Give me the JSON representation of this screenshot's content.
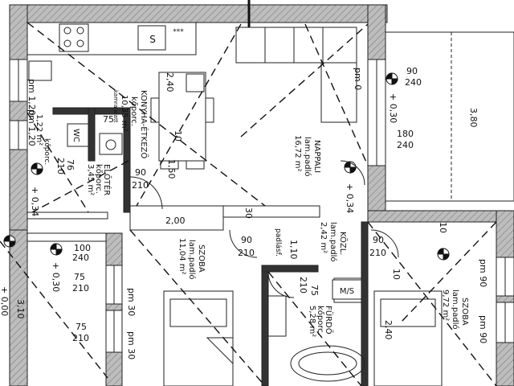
{
  "rooms": {
    "kitchen": {
      "name": "KONYHA-ÉTKEZŐ",
      "floor": "kőporc.",
      "area": "10,35 m²",
      "note": "kamra alatt"
    },
    "living": {
      "name": "NAPPALI",
      "floor": "lam.padló",
      "area": "16,72 m²"
    },
    "entry": {
      "name": "ELŐTÉR",
      "floor": "kőporc.",
      "area": "3,45 m²"
    },
    "wc": {
      "name": "WC",
      "floor": "kőporc.",
      "area": "1,22 m²"
    },
    "room1": {
      "name": "SZOBA",
      "floor": "lam.padló",
      "area": "11,04 m²"
    },
    "corridor": {
      "name": "KÖZL.",
      "floor": "lam.padló",
      "area": "2,42 m²"
    },
    "bath": {
      "name": "FÜRDŐ",
      "floor": "kőporc.",
      "area": "5,28 m²"
    },
    "room2": {
      "name": "SZOBA",
      "floor": "lam.padló",
      "area": "9,72 m²"
    }
  },
  "fixtures": {
    "sink": "S",
    "dots": "***",
    "heater": "M/S",
    "attic": "padlásf."
  },
  "dims": {
    "d_90_240": "90",
    "d_240_a": "240",
    "d_030a": "+ 0,30",
    "d_380": "3,80",
    "d_180": "180",
    "d_240_b": "240",
    "d_034a": "+ 0,34",
    "d_pm0": "pm 0",
    "d_240v": "2,40",
    "d_10a": "10",
    "d_150": "1,50",
    "d_75a": "75",
    "d_pm120a": "pm 1,20",
    "d_pm120b": "pm 1,20",
    "d_90": "90",
    "d_210": "210",
    "d_76": "76",
    "d_210b": "210",
    "d_034b": "+ 0,34",
    "d_200": "2,00",
    "d_30": "30",
    "d_90b": "90",
    "d_210c": "210",
    "d_110": "1,10",
    "d_90c": "90",
    "d_210d": "210",
    "d_10b": "10",
    "d_100": "100",
    "d_240c": "240",
    "d_030b": "+ 0,30",
    "d_75b": "75",
    "d_210e": "210",
    "d_000": "+ 0,00",
    "d_310": "3,10",
    "d_pm30a": "pm 30",
    "d_pm30b": "pm 30",
    "d_75c": "75",
    "d_210f": "210",
    "d_75d": "75",
    "d_210g": "210",
    "d_240d": "2,40",
    "d_pm90a": "pm 90",
    "d_pm90b": "pm 90",
    "d_10c": "10"
  }
}
